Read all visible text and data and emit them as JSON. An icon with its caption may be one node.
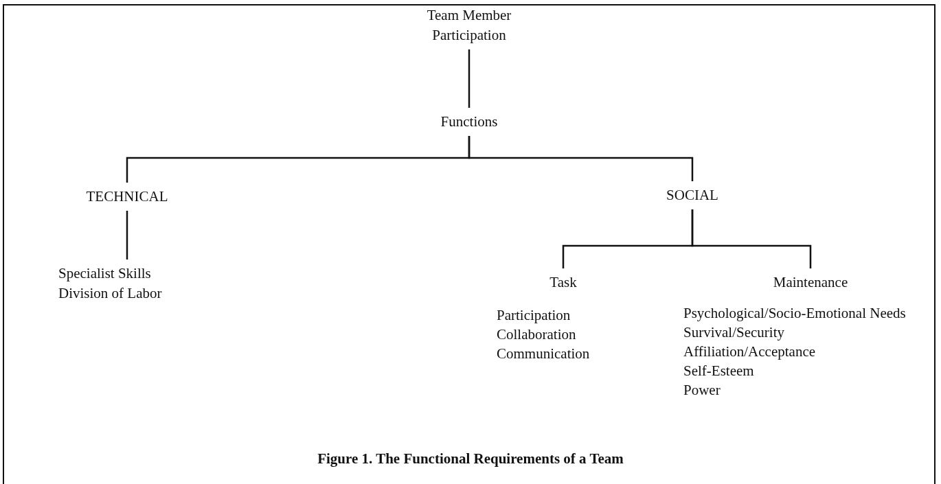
{
  "diagram": {
    "caption": "Figure 1. The Functional Requirements of a Team",
    "nodes": [
      {
        "text": [
          "Team Member Participation"
        ]
      },
      {
        "text": [
          "Functions"
        ]
      },
      {
        "text": [
          "TECHNICAL"
        ]
      },
      {
        "text": [
          "SOCIAL"
        ]
      },
      {
        "text": [
          "Specialist Skills Division of Labor"
        ]
      },
      {
        "text": [
          "Task"
        ],
        "beside": [
          "Participation",
          "Collaboration",
          "Communication"
        ]
      },
      {
        "text": [
          "Maintenance"
        ],
        "beside": [
          "Psychological/Socio-Emotional Needs",
          "Survival/Security",
          "Affiliation/Acceptance",
          "Self-Esteem",
          "Power"
        ]
      }
    ],
    "edges": [
      {
        "from": 0,
        "to": 1,
        "arrow": "none"
      },
      {
        "from": 1,
        "to": 2,
        "arrow": "none"
      },
      {
        "from": 1,
        "to": 3,
        "arrow": "none"
      },
      {
        "from": 2,
        "to": 4,
        "arrow": "none"
      },
      {
        "from": 3,
        "to": 5,
        "arrow": "none"
      },
      {
        "from": 3,
        "to": 6,
        "arrow": "none"
      }
    ]
  }
}
